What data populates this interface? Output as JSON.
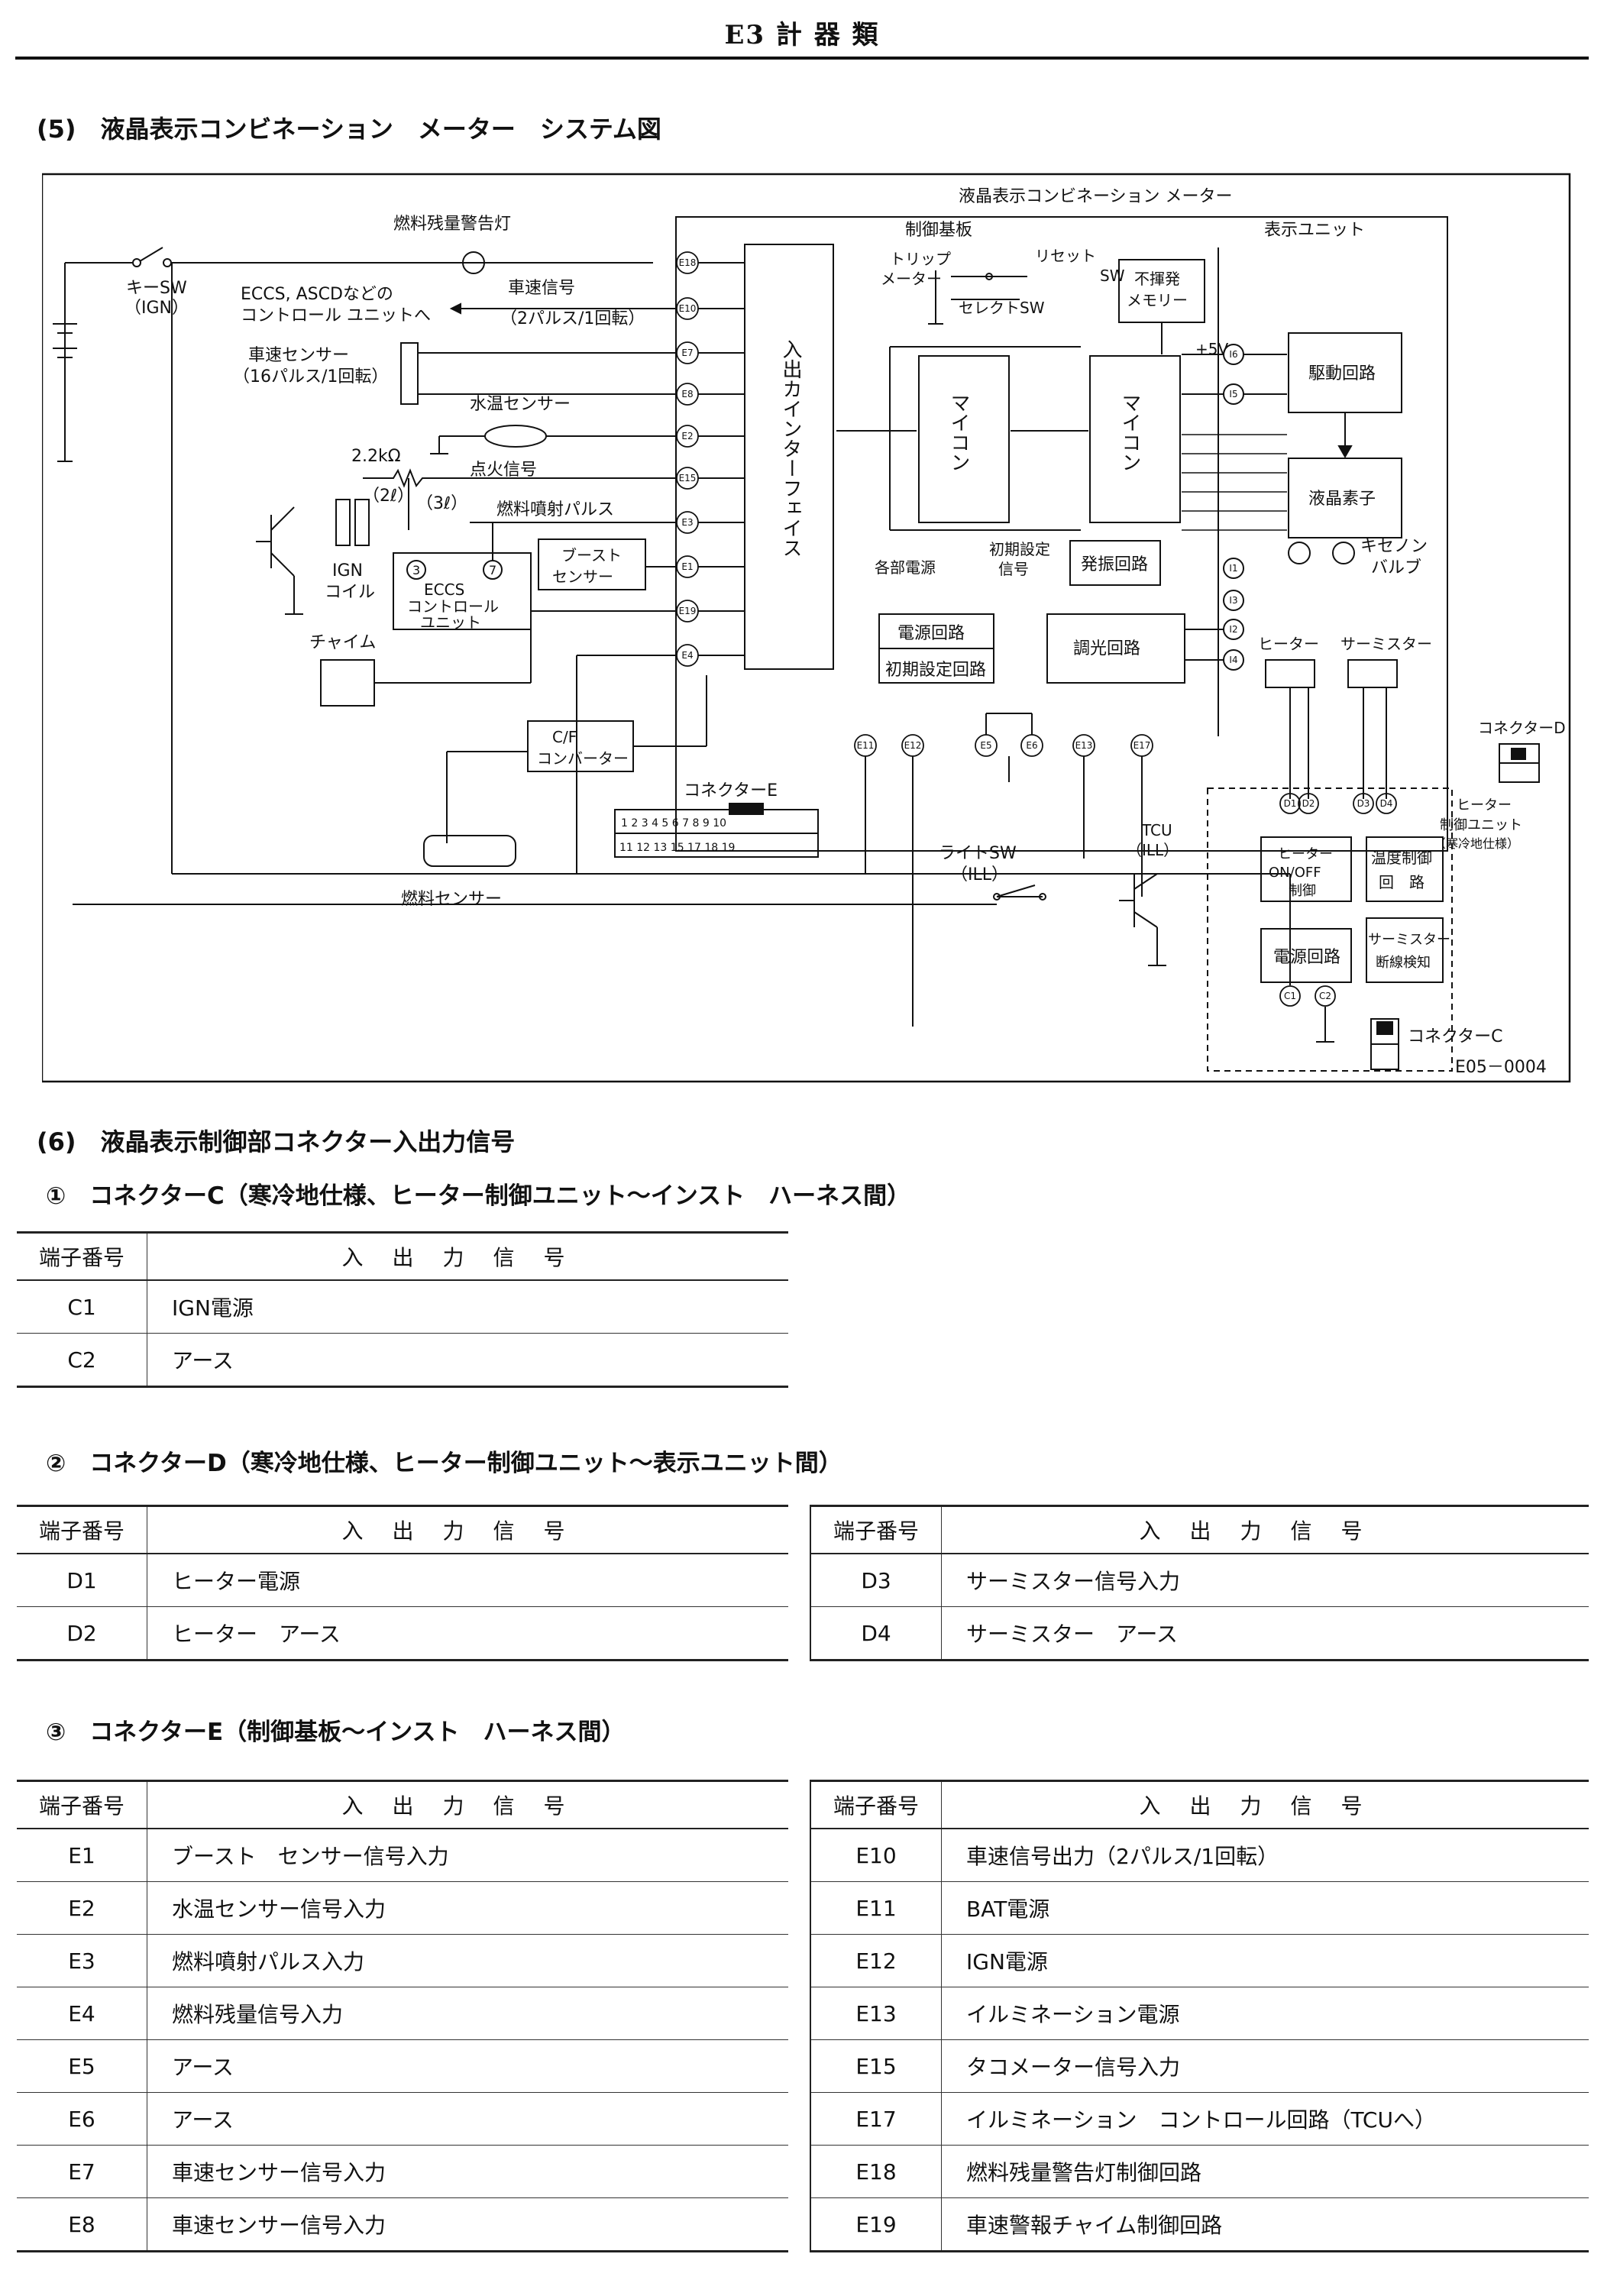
{
  "header": {
    "title": "E3 計 器 類"
  },
  "section5": {
    "title": "(5)　液晶表示コンビネーション　メーター　システム図",
    "diagram": {
      "meter_title": "液晶表示コンビネーション メーター",
      "ctrl_board": "制御基板",
      "display_unit": "表示ユニット",
      "fuel_warn_lamp": "燃料残量警告灯",
      "key_sw": "キーSW",
      "ign": "（IGN）",
      "eccs_to1": "ECCS, ASCDなどの",
      "eccs_to2": "コントロール ユニットへ",
      "speed_signal": "車速信号",
      "pulse_2": "（2パルス/1回転）",
      "speed_sensor": "車速センサー",
      "pulse_16": "（16パルス/1回転）",
      "water_sensor": "水温センサー",
      "res": "2.2kΩ",
      "ignition_signal": "点火信号",
      "l2": "（2ℓ）",
      "l3": "（3ℓ）",
      "fuel_pulse": "燃料噴射パルス",
      "ign_coil1": "IGN",
      "ign_coil2": "コイル",
      "eccs_unit1": "ECCS",
      "eccs_unit2": "コントロール",
      "eccs_unit3": "ユニット",
      "boost1": "ブースト",
      "boost2": "センサー",
      "chime": "チャイム",
      "io_if": "入出カインターフェイス",
      "micon": "マイコン",
      "trip_meter1": "トリップ",
      "trip_meter2": "メーター",
      "reset": "リセット",
      "sw": "SW",
      "select_sw": "セレクトSW",
      "nonvol1": "不揮発",
      "nonvol2": "メモリー",
      "v5": "+5V",
      "drive": "駆動回路",
      "lcd": "液晶素子",
      "xenon1": "キセノン",
      "xenon2": "バルブ",
      "parts_power": "各部電源",
      "init_sig1": "初期設定",
      "init_sig2": "信号",
      "osc": "発振回路",
      "power": "電源回路",
      "init": "初期設定回路",
      "dimmer": "調光回路",
      "heater": "ヒーター",
      "thermistor": "サーミスター",
      "conn_d": "コネクターD",
      "heater_unit1": "ヒーター",
      "heater_unit2": "制御ユニット",
      "heater_unit3": "（寒冷地仕様）",
      "cf1": "C/F",
      "cf2": "コンバーター",
      "conn_e": "コネクターE",
      "fuel_sensor": "燃料センサー",
      "light_sw": "ライトSW",
      "ill": "（ILL）",
      "tcu": "TCU",
      "hon1": "ヒーター",
      "hon2": "ON/OFF",
      "hon3": "制御",
      "temp1": "温度制御",
      "temp2": "回　路",
      "therm_det1": "サーミスター",
      "therm_det2": "断線検知",
      "power2": "電源回路",
      "conn_c": "コネクターC",
      "fig_no": "E05－0004"
    }
  },
  "section6": {
    "title": "(6)　液晶表示制御部コネクター入出力信号",
    "col_code": "端子番号",
    "col_signal": "入出力信号",
    "c": {
      "title": "①　コネクターC（寒冷地仕様、ヒーター制御ユニット～インスト　ハーネス間）",
      "rows": [
        {
          "code": "C1",
          "signal": "IGN電源"
        },
        {
          "code": "C2",
          "signal": "アース"
        }
      ]
    },
    "d": {
      "title": "②　コネクターD（寒冷地仕様、ヒーター制御ユニット～表示ユニット間）",
      "left": [
        {
          "code": "D1",
          "signal": "ヒーター電源"
        },
        {
          "code": "D2",
          "signal": "ヒーター　アース"
        }
      ],
      "right": [
        {
          "code": "D3",
          "signal": "サーミスター信号入力"
        },
        {
          "code": "D4",
          "signal": "サーミスター　アース"
        }
      ]
    },
    "e": {
      "title": "③　コネクターE（制御基板～インスト　ハーネス間）",
      "left": [
        {
          "code": "E1",
          "signal": "ブースト　センサー信号入力"
        },
        {
          "code": "E2",
          "signal": "水温センサー信号入力"
        },
        {
          "code": "E3",
          "signal": "燃料噴射パルス入力"
        },
        {
          "code": "E4",
          "signal": "燃料残量信号入力"
        },
        {
          "code": "E5",
          "signal": "アース"
        },
        {
          "code": "E6",
          "signal": "アース"
        },
        {
          "code": "E7",
          "signal": "車速センサー信号入力"
        },
        {
          "code": "E8",
          "signal": "車速センサー信号入力"
        }
      ],
      "right": [
        {
          "code": "E10",
          "signal": "車速信号出力（2パルス/1回転）"
        },
        {
          "code": "E11",
          "signal": "BAT電源"
        },
        {
          "code": "E12",
          "signal": "IGN電源"
        },
        {
          "code": "E13",
          "signal": "イルミネーション電源"
        },
        {
          "code": "E15",
          "signal": "タコメーター信号入力"
        },
        {
          "code": "E17",
          "signal": "イルミネーション　コントロール回路（TCUへ）"
        },
        {
          "code": "E18",
          "signal": "燃料残量警告灯制御回路"
        },
        {
          "code": "E19",
          "signal": "車速警報チャイム制御回路"
        }
      ]
    }
  }
}
